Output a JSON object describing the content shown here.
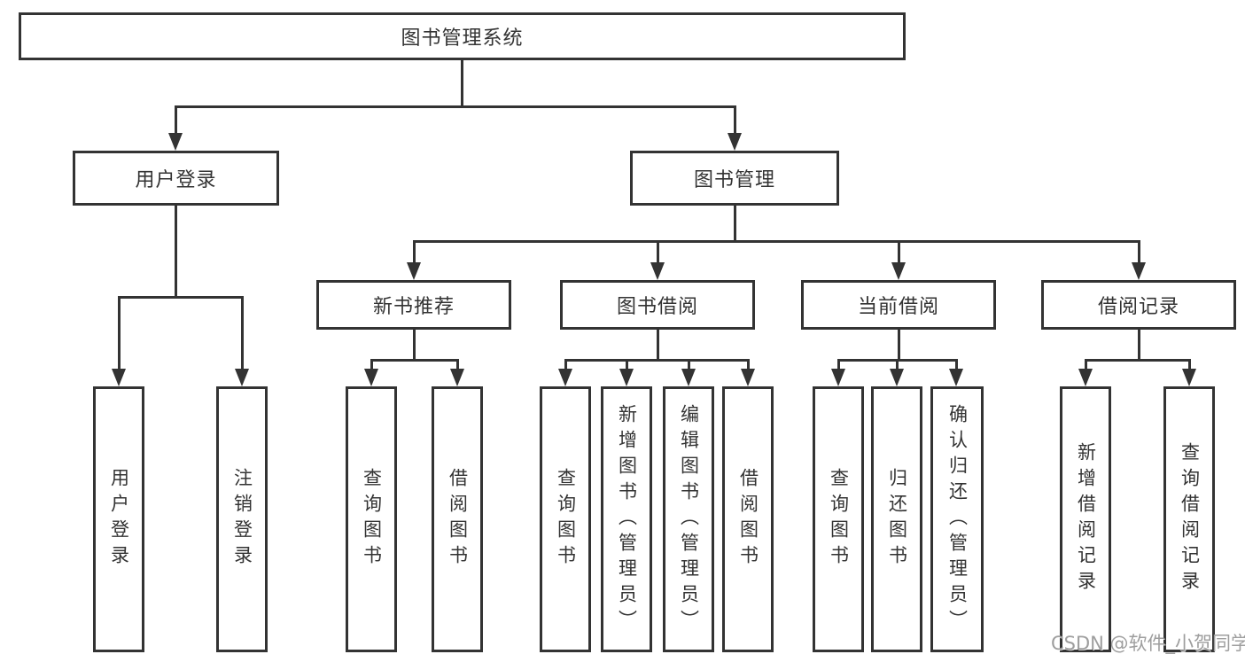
{
  "tree": {
    "root": {
      "label": "图书管理系统"
    },
    "branches": [
      {
        "label": "用户登录",
        "leaves": [
          {
            "label": "用户登录"
          },
          {
            "label": "注销登录"
          }
        ]
      },
      {
        "label": "图书管理",
        "sections": [
          {
            "label": "新书推荐",
            "leaves": [
              {
                "label": "查询图书"
              },
              {
                "label": "借阅图书"
              }
            ]
          },
          {
            "label": "图书借阅",
            "leaves": [
              {
                "label": "查询图书"
              },
              {
                "label": "新增图书（管理员）"
              },
              {
                "label": "编辑图书（管理员）"
              },
              {
                "label": "借阅图书"
              }
            ]
          },
          {
            "label": "当前借阅",
            "leaves": [
              {
                "label": "查询图书"
              },
              {
                "label": "归还图书"
              },
              {
                "label": "确认归还（管理员）"
              }
            ]
          },
          {
            "label": "借阅记录",
            "leaves": [
              {
                "label": "新增借阅记录"
              },
              {
                "label": "查询借阅记录"
              }
            ]
          }
        ]
      }
    ]
  },
  "watermark": {
    "text": "CSDN @软件_小贺同学"
  },
  "colors": {
    "line": "#333333",
    "text": "#333333",
    "watermark": "#9e9e9e",
    "background": "#ffffff"
  }
}
